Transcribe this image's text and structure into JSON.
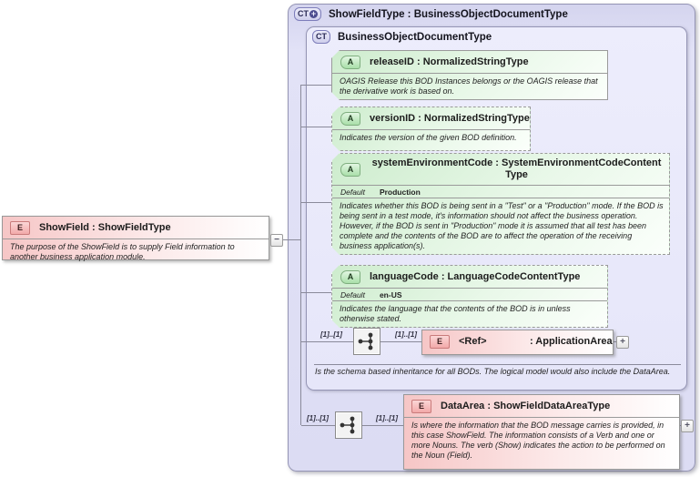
{
  "colors": {
    "type_lavender": "#dcdcf3",
    "attribute_green": "#cdeccd",
    "element_pink": "#f6c6c6",
    "border_gray": "#9a9a9a"
  },
  "showfield": {
    "icon": "E",
    "title": "ShowField : ShowFieldType",
    "annotation": "The purpose of the ShowField is to supply Field information to another business application module.",
    "collapse_label": "−"
  },
  "outer_type": {
    "icon": "CT",
    "plus_badge": "+",
    "title": "ShowFieldType : BusinessObjectDocumentType"
  },
  "inner_type": {
    "icon": "CT",
    "title": "BusinessObjectDocumentType",
    "annotation": "Is the schema based inheritance for all BODs. The logical model would also include the DataArea."
  },
  "attributes": [
    {
      "icon": "A",
      "title": "releaseID : NormalizedStringType",
      "annotation": "OAGIS Release this BOD Instances belongs or the OAGIS release that the derivative work is based on."
    },
    {
      "icon": "A",
      "title": "versionID : NormalizedStringType",
      "annotation": "Indicates the version of the given BOD definition."
    },
    {
      "icon": "A",
      "title": "systemEnvironmentCode : SystemEnvironmentCodeContentType",
      "default_label": "Default",
      "default_value": "Production",
      "annotation": "Indicates whether this BOD is being sent in a \"Test\" or a \"Production\" mode. If the BOD is being sent in a test mode, it's information should not affect the business operation. However, if the BOD is sent in \"Production\" mode it is assumed that all test has been complete and the contents of the BOD are to affect the operation of the receiving business application(s)."
    },
    {
      "icon": "A",
      "title": "languageCode : LanguageCodeContentType",
      "default_label": "Default",
      "default_value": "en-US",
      "annotation": "Indicates the language that the contents of the BOD is in unless otherwise stated."
    }
  ],
  "application_area": {
    "cardinality_left": "[1]..[1]",
    "cardinality_right": "[1]..[1]",
    "icon": "E",
    "name": "<Ref>",
    "type": ": ApplicationArea",
    "expand_label": "+"
  },
  "data_area": {
    "cardinality_left": "[1]..[1]",
    "cardinality_right": "[1]..[1]",
    "icon": "E",
    "title": "DataArea : ShowFieldDataAreaType",
    "annotation": "Is where the information that the BOD message carries is provided, in this case ShowField. The information consists of a Verb and one or more Nouns. The verb (Show) indicates the action to be performed on the Noun (Field).",
    "expand_label": "+"
  }
}
